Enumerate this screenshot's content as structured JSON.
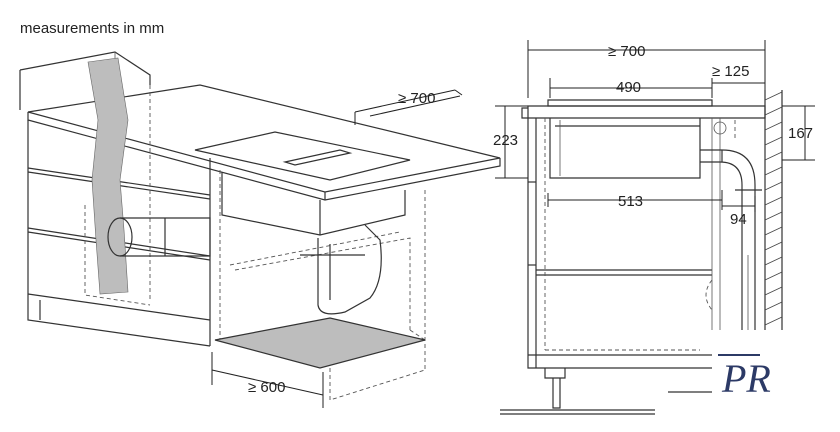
{
  "header": {
    "units_note": "measurements in mm"
  },
  "left_view": {
    "depth_label": "≥ 700",
    "width_label": "≥ 600"
  },
  "right_view": {
    "top_width_label": "≥ 700",
    "hob_width_label": "490",
    "gap_label": "≥ 125",
    "height_left_label": "223",
    "height_right_label": "167",
    "duct_depth_label": "513",
    "duct_width_label": "94"
  },
  "logo": {
    "text": "PR"
  },
  "colors": {
    "line": "#333333",
    "fill_gray": "#bdbdbd",
    "logo": "#2c3a66"
  }
}
